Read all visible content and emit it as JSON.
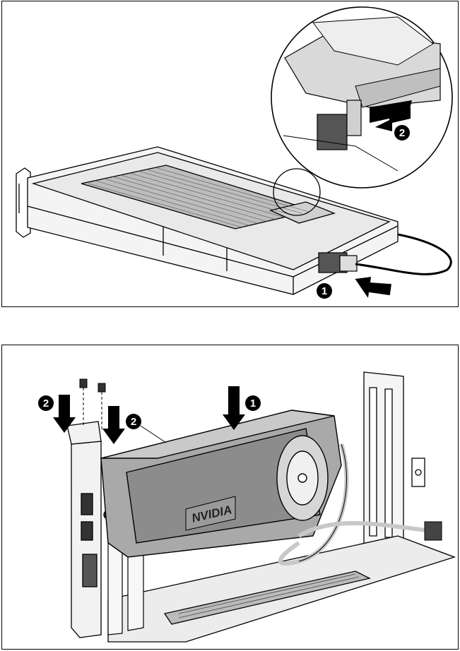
{
  "figure_top": {
    "callouts": [
      {
        "id": "top-step-1",
        "label": "1"
      },
      {
        "id": "top-step-2",
        "label": "2"
      }
    ]
  },
  "figure_bottom": {
    "brand_label": "NVIDIA",
    "callouts": [
      {
        "id": "bottom-step-1",
        "label": "1"
      },
      {
        "id": "bottom-step-2a",
        "label": "2"
      },
      {
        "id": "bottom-step-2b",
        "label": "2"
      }
    ]
  },
  "colors": {
    "line": "#000000",
    "card_body": "#a9a9a9",
    "card_dark": "#8c8c8c",
    "cable": "#c8c8c8",
    "callout_bg": "#000000"
  }
}
